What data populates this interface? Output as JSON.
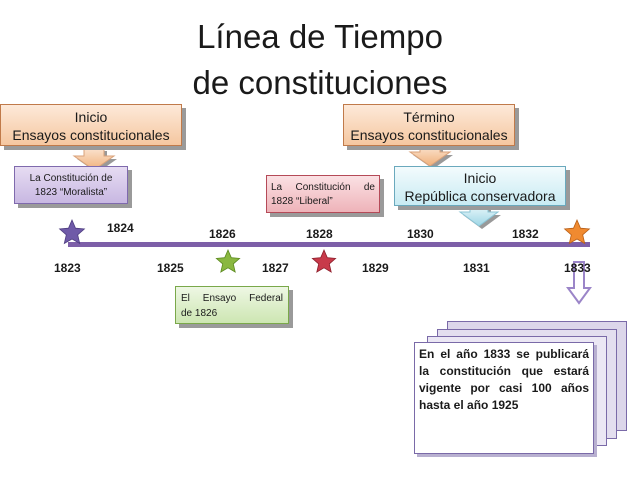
{
  "title": {
    "line1": "Línea de Tiempo",
    "line2": "de constituciones"
  },
  "boxes": {
    "inicio_ensayos": {
      "line1": "Inicio",
      "line2": "Ensayos constitucionales"
    },
    "termino_ensayos": {
      "line1": "Término",
      "line2": "Ensayos constitucionales"
    },
    "inicio_republica": {
      "line1": "Inicio",
      "line2": "República conservadora"
    },
    "constitucion_1823": {
      "line1": "La Constitución de",
      "line2": "1823 “Moralista”"
    },
    "constitucion_1828": {
      "line1": "La Constitución de",
      "line2": "1828 “Liberal”"
    },
    "ensayo_federal": {
      "line1": "El Ensayo Federal",
      "line2": "de 1826"
    },
    "nota_1833": "En el año 1833 se publicará la constitución que estará vigente por casi 100 años hasta el año 1925"
  },
  "years_top": [
    "1824",
    "1826",
    "1828",
    "1830",
    "1832"
  ],
  "years_bottom": [
    "1823",
    "1825",
    "1827",
    "1829",
    "1831",
    "1833"
  ],
  "colors": {
    "timeline": "#7d5fa8",
    "star_1823": "#6f5aa8",
    "star_1826": "#8ab840",
    "star_1828": "#c83a4a",
    "star_1833": "#f08a30",
    "arrow_peach": "#f5c7a0",
    "arrow_cyan": "#bde6f0",
    "purple_box": "#d4c8e8",
    "red_box": "#f2c9cd",
    "green_box": "#dbeec7"
  }
}
